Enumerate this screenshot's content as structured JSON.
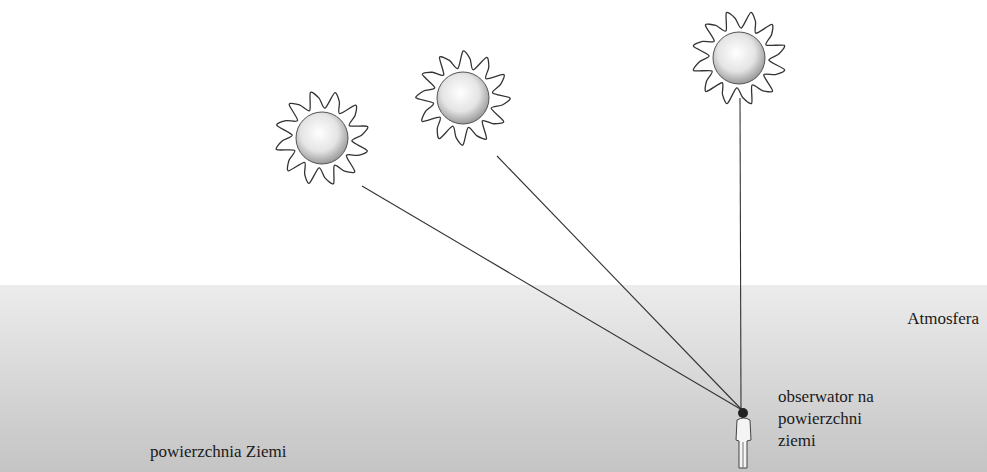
{
  "diagram": {
    "nodes": [
      {
        "text": [
          "Atmosfera"
        ]
      }
    ],
    "labels": [
      "obserwator na powierzchni ziemi",
      "powierzchnia Ziemi"
    ]
  }
}
